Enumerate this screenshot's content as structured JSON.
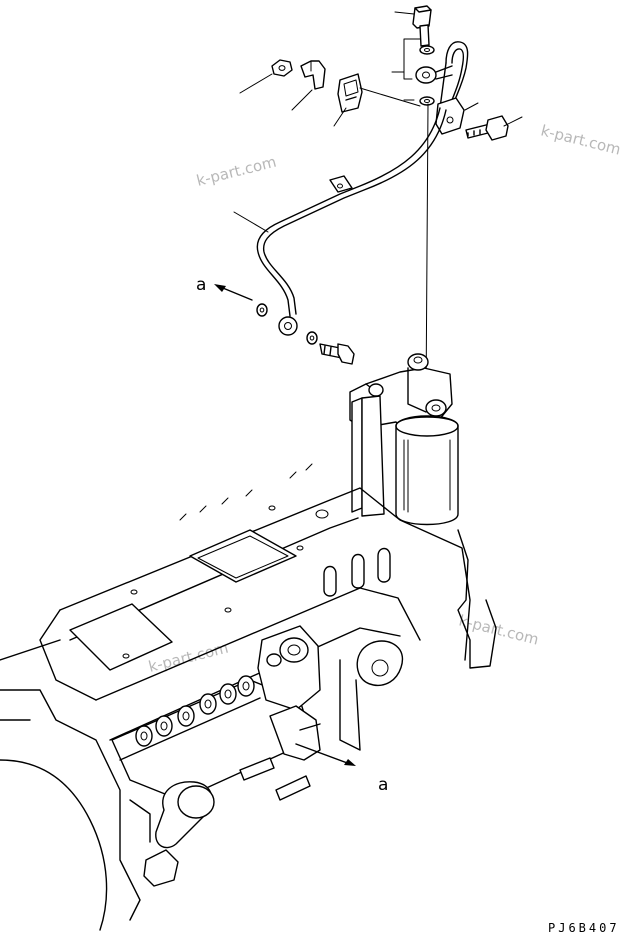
{
  "callouts": {
    "arrow_upper_label": "a",
    "arrow_lower_label": "a"
  },
  "watermarks": [
    "k-part.com",
    "k-part.com",
    "k-part.com",
    "k-part.com"
  ],
  "drawing_code": "PJ6B407",
  "colors": {
    "line": "#000000",
    "background": "#ffffff",
    "watermark": "#b8b8b8"
  }
}
